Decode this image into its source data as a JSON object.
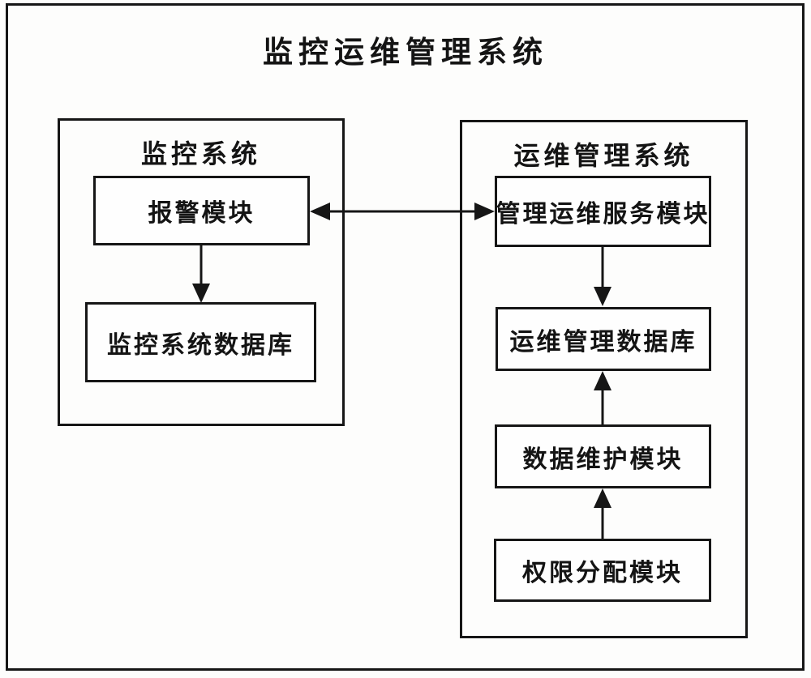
{
  "diagram": {
    "title": "监控运维管理系统",
    "left_system": {
      "title": "监控系统",
      "modules": [
        {
          "id": "alarm-module",
          "label": "报警模块"
        },
        {
          "id": "monitoring-system-database",
          "label": "监控系统数据库"
        }
      ]
    },
    "right_system": {
      "title": "运维管理系统",
      "modules": [
        {
          "id": "ops-service-management-module",
          "label": "管理运维服务模块"
        },
        {
          "id": "ops-management-database",
          "label": "运维管理数据库"
        },
        {
          "id": "data-maintenance-module",
          "label": "数据维护模块"
        },
        {
          "id": "permission-allocation-module",
          "label": "权限分配模块"
        }
      ]
    },
    "edges": [
      {
        "from": "报警模块",
        "to": "监控系统数据库",
        "type": "arrow-down"
      },
      {
        "from": "报警模块",
        "to": "管理运维服务模块",
        "type": "double-headed-horizontal"
      },
      {
        "from": "管理运维服务模块",
        "to": "运维管理数据库",
        "type": "arrow-down"
      },
      {
        "from": "数据维护模块",
        "to": "运维管理数据库",
        "type": "arrow-up"
      },
      {
        "from": "权限分配模块",
        "to": "数据维护模块",
        "type": "arrow-up"
      }
    ],
    "colors": {
      "line": "#161616",
      "background": "#fdfdfc"
    }
  }
}
